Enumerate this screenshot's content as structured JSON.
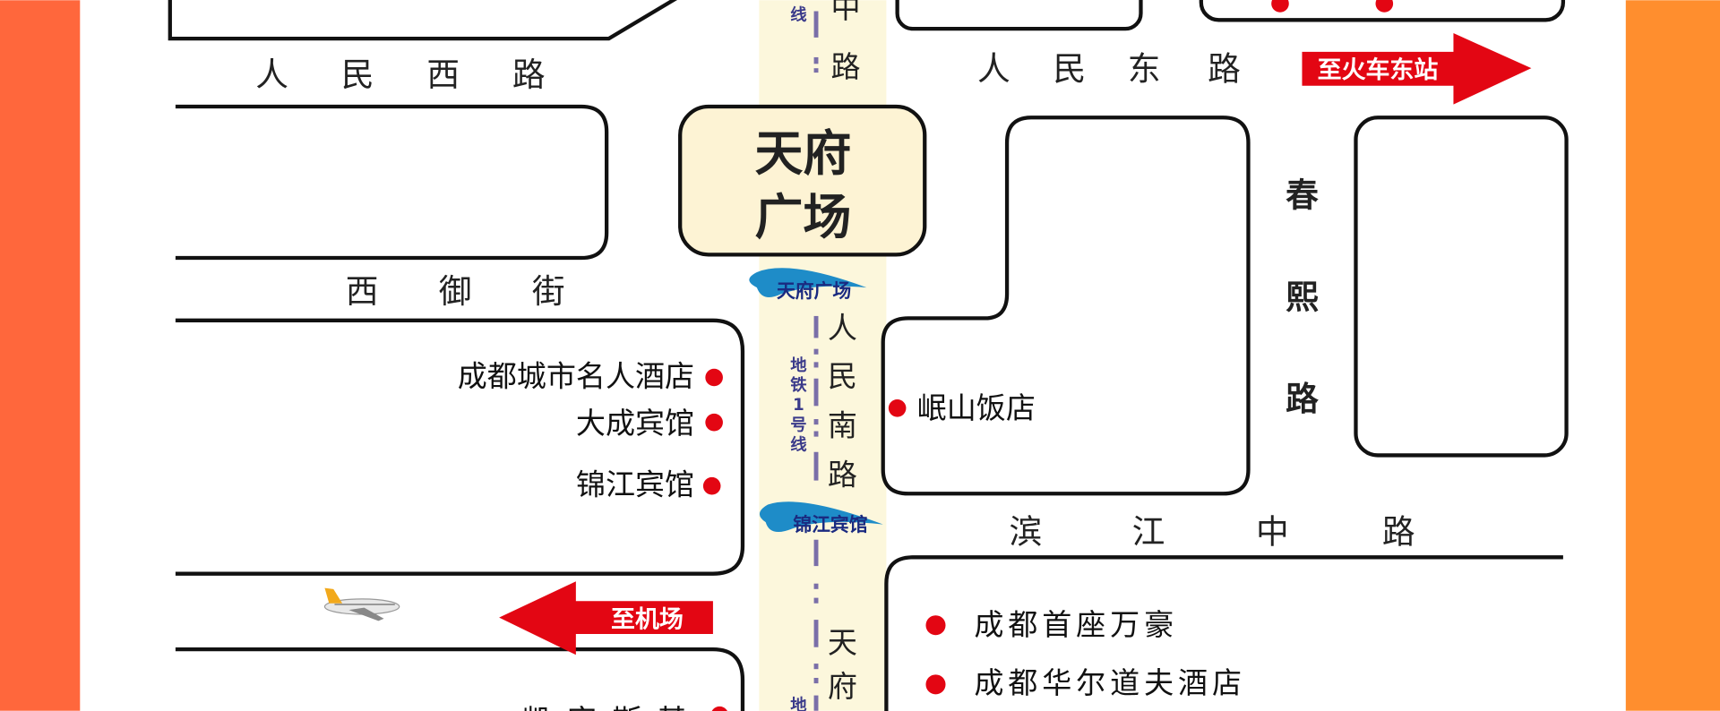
{
  "colors": {
    "left_border": "#FF673C",
    "right_border": "#FF8E2E",
    "metro_band": "#FCF7DC",
    "arrow": "#E30613",
    "dot": "#E30613",
    "station": "#1E8CC8"
  },
  "roads": {
    "renmin_west": [
      "人",
      "民",
      "西",
      "路"
    ],
    "renmin_east": [
      "人",
      "民",
      "东",
      "路"
    ],
    "renmin_middle": [
      "中",
      "路"
    ],
    "xiyu": [
      "西",
      "御",
      "街"
    ],
    "chunxi": [
      "春",
      "熙",
      "路"
    ],
    "renmin_south": [
      "人",
      "民",
      "南",
      "路"
    ],
    "binjiang": [
      "滨",
      "江",
      "中",
      "路"
    ],
    "tianfu_ave": [
      "天",
      "府"
    ]
  },
  "landmark": {
    "line1": "天府",
    "line2": "广场"
  },
  "metro": {
    "line_label": [
      "地",
      "铁",
      "1",
      "号",
      "线"
    ],
    "top_label": "线",
    "bottom_label": "地"
  },
  "stations": [
    "天府广场",
    "锦江宾馆"
  ],
  "arrows": {
    "east_station": "至火车东站",
    "airport": "至机场"
  },
  "hotels_west": [
    "成都城市名人酒店",
    "大成宾馆",
    "锦江宾馆",
    "凯宾斯基"
  ],
  "hotels_east": [
    "岷山饭店",
    "成都首座万豪",
    "成都华尔道夫酒店"
  ]
}
